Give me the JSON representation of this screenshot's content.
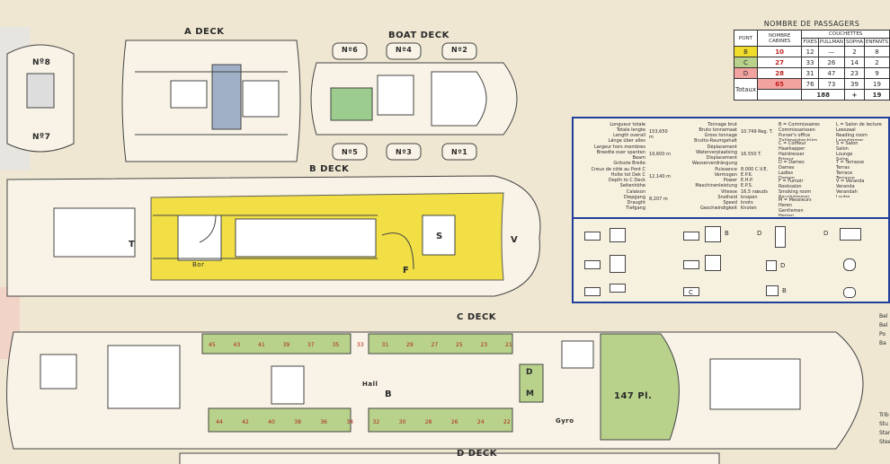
{
  "deck_labels": {
    "a_deck": "A DECK",
    "boat_deck": "BOAT DECK",
    "b_deck": "B DECK",
    "c_deck": "C DECK",
    "d_deck": "D DECK"
  },
  "boats": [
    "Nº8",
    "Nº7",
    "Nº6",
    "Nº4",
    "Nº2",
    "Nº5",
    "Nº3",
    "Nº1"
  ],
  "deck_markers": {
    "bar": "Bor",
    "b_s": "S",
    "b_v": "V",
    "b_f": "F",
    "b_t": "T",
    "hall": "Hall",
    "c_b": "B",
    "gyro": "Gyro",
    "restaurant_seats": "147 Pl.",
    "c_m": "M",
    "c_d": "D"
  },
  "cabins_c_upper": [
    "45",
    "43",
    "41",
    "39",
    "37",
    "35",
    "33",
    "31",
    "29",
    "27",
    "25",
    "23",
    "21"
  ],
  "cabins_c_lower": [
    "44",
    "42",
    "40",
    "38",
    "36",
    "34",
    "32",
    "30",
    "28",
    "26",
    "24",
    "22"
  ],
  "passengers": {
    "title": "NOMBRE DE PASSAGERS",
    "header_pont": "PONT",
    "header_cabins": "NOMBRE CABINES",
    "header_couchettes": "COUCHETTES",
    "sub": [
      "FIXES",
      "PULLMAN",
      "SOPHA",
      "ENFANTS"
    ],
    "rows": [
      {
        "pont": "B",
        "cabins": "10",
        "fixes": "12",
        "pullman": "—",
        "sopha": "2",
        "enfants": "8"
      },
      {
        "pont": "C",
        "cabins": "27",
        "fixes": "33",
        "pullman": "26",
        "sopha": "14",
        "enfants": "2"
      },
      {
        "pont": "D",
        "cabins": "28",
        "fixes": "31",
        "pullman": "47",
        "sopha": "23",
        "enfants": "9"
      }
    ],
    "totals_label": "Totaux",
    "totals": {
      "cabins": "65",
      "fixes": "76",
      "pullman": "73",
      "sopha": "39",
      "enfants": "19"
    },
    "grand_total": "188",
    "plus": "+",
    "grand_children": "19",
    "colors": {
      "B": "#f0dc2a",
      "C": "#b8d28c",
      "D": "#f2a3a0"
    }
  },
  "specs": {
    "left": [
      "Longueur totale\nTotale lengte\nLength overall\nLänge über alles",
      "Largeur hors membres\nBreedte over spanten\nBeam\nGrösste Breite",
      "Creux de côté au Pont C\nHolte tot Dek C\nDepth to C Deck\nSeitenhöhe",
      "Calaison\nDiepgang\nDraught\nTiefgang"
    ],
    "left_vals": [
      "153,650 m",
      "19,600 m",
      "12,140 m",
      "8,207 m"
    ],
    "mid": [
      "Tonnage brut\nBruto tonnemaat\nGross tonnage\nBrutto-Raumgehalt",
      "Déplacement\nWaterverplaatsing\nDisplacement\nWasserverdrängung",
      "Puissance\nVermogen\nPower\nMaschinenleistung",
      "Vitesse\nSnelheid\nSpeed\nGeschwindigkeit"
    ],
    "mid_vals": [
      "10.749 Reg. T.",
      "16.550 T.",
      "8.000 C.V.E.\nE.P.K.\nE.H.P.\nE.P.S.",
      "16,5 nœuds\nknopen\nknots\nKnoten"
    ],
    "right": [
      "B = Commissaires\nCommissarissen\nPurser's office\nZahlmeister-büro",
      "C = Coiffeur\nHaarkapper\nHairdresser\nFriseur",
      "D = Dames\nDames\nLadies\nDamen",
      "F = Fumoir\nRooksalon\nSmoking room\nRauchzimmer",
      "M = Messieurs\nHeren\nGentlemen\nHerren"
    ],
    "right2": [
      "L = Salon de lecture\nLeeszaal\nReading room\nLesezimmer",
      "S = Salon\nSalon\nLounge\nSalon",
      "T = Terrasse\nTerras\nTerrace\nTerrasse",
      "V = Véranda\nVeranda\nVerandah\nLaube"
    ]
  },
  "legend_letters": [
    "B",
    "C",
    "D",
    "D",
    "B",
    "D"
  ],
  "right_edge": [
    "Bel",
    "Bel",
    "Po",
    "Ba",
    "Trib",
    "Stu",
    "Star",
    "Stee"
  ]
}
